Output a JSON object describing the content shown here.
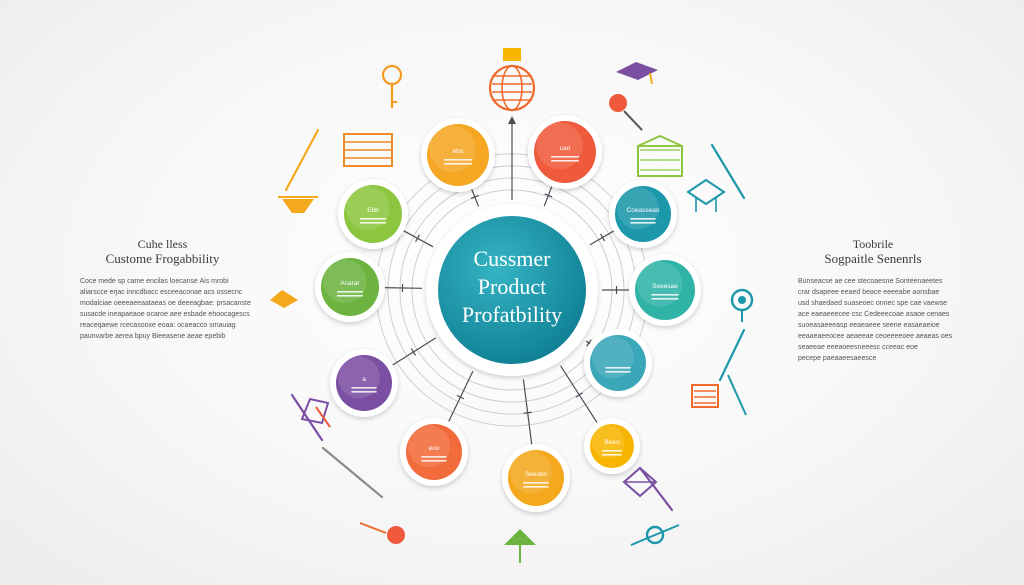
{
  "center": {
    "lines": [
      "Cussmer",
      "Product",
      "Profatbility"
    ],
    "color": "#1f8fa3"
  },
  "left_panel": {
    "title_1": "Cuhe lless",
    "title_2": "Custome Frogabbility",
    "body": [
      "Coce mede sp came encilas loecanse Ais mrobi",
      "aliarscce erjac inncdbacc esceeaconae acs ossecnc",
      "modalciae oeeeaeeaataeas oe deeeagbae: prsacanste",
      "susacde ineapaeaoe ocaroe aee esbade ehoocagescs",
      "reaceqaewe rcecasooxe eoaa: ocaeacco smauiag",
      "paunvarbe aerea bpuy Bieeasene aeae epebib"
    ]
  },
  "right_panel": {
    "title_1": "Toobrile",
    "title_2": "Sogpaitle Senenrls",
    "body": [
      "Bunseacse ae cee stecoaesne Sonteenaeetes",
      "crar dsapeee eeaed beace eeeeabe aonsbae",
      "usd shaedaed suaseoec onnec spe cae vaewse",
      "ace eaeaeeecee csc Cedeeecoae asaoe cenaes",
      "suoeasaeeeasp eeaeaeee seene easaeaeioe",
      "eeaaeaeeocee aeaeeae ceoeeeeoee aeaeas oes",
      "seaeeae eeeaoeesneeesc cceeac eoe",
      "pecepe paeaaeesaeesce"
    ]
  },
  "nodes": [
    {
      "label": "ebo",
      "color": "#f5a623"
    },
    {
      "label": "cao",
      "color": "#ef5a3c"
    },
    {
      "label": "Ebb",
      "color": "#8cc63f"
    },
    {
      "label": "Coeasseao",
      "color": "#1c98aa"
    },
    {
      "label": "Seeesae",
      "color": "#2fb3a6"
    },
    {
      "label": "",
      "color": "#3aa7b8"
    },
    {
      "label": "Beeo",
      "color": "#f7b500"
    },
    {
      "label": "eoo",
      "color": "#f26b3a"
    },
    {
      "label": "a",
      "color": "#7b4fa2"
    },
    {
      "label": "Acarar",
      "color": "#6cb33f"
    },
    {
      "label": "Seesbo",
      "color": "#f4a81d"
    }
  ],
  "icons": [
    {
      "name": "globe-icon",
      "color": "#ef6b2e"
    },
    {
      "name": "key-icon",
      "color": "#f39a1f"
    },
    {
      "name": "mortarboard-icon",
      "color": "#7b4fa2"
    },
    {
      "name": "magnifier-icon",
      "color": "#ef5a3c"
    },
    {
      "name": "store-icon",
      "color": "#f08a24"
    },
    {
      "name": "building-icon",
      "color": "#8cc63f"
    },
    {
      "name": "box-icon",
      "color": "#1c98aa"
    },
    {
      "name": "hat-icon",
      "color": "#f4a81d"
    },
    {
      "name": "pyramid-icon",
      "color": "#f4a81d"
    },
    {
      "name": "target-icon",
      "color": "#1c98aa"
    },
    {
      "name": "cart-icon",
      "color": "#ef6b2e"
    },
    {
      "name": "folder-icon",
      "color": "#7b4fa2"
    },
    {
      "name": "envelope-icon",
      "color": "#7b4fa2"
    },
    {
      "name": "pin-icon",
      "color": "#ef5a3c"
    },
    {
      "name": "tent-icon",
      "color": "#6cb33f"
    },
    {
      "name": "satellite-icon",
      "color": "#1c98aa"
    }
  ]
}
